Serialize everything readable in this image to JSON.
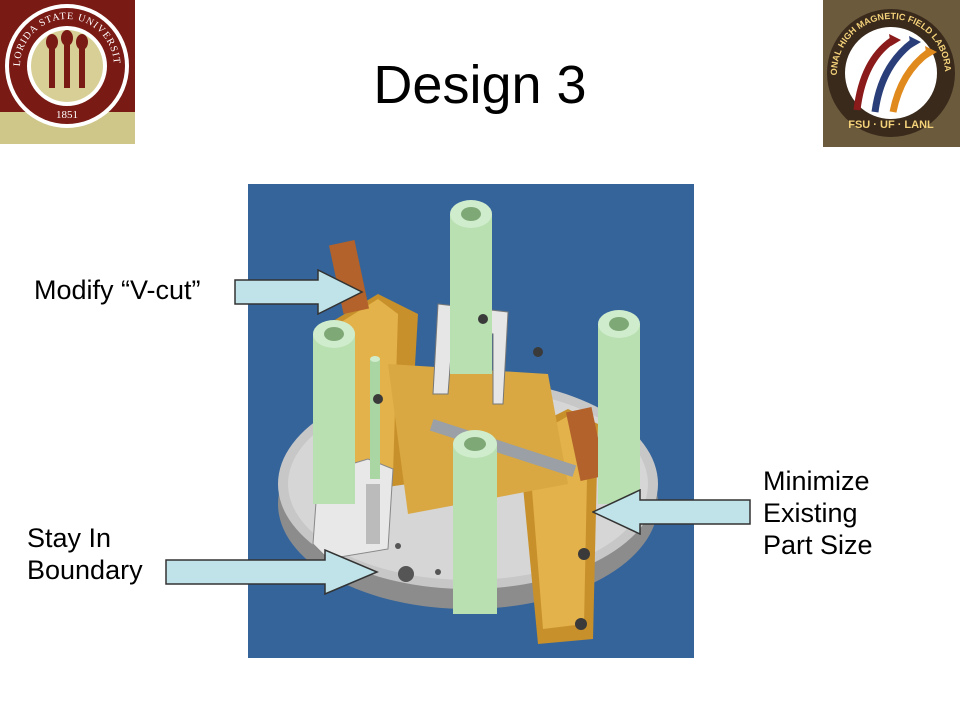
{
  "slide": {
    "title": "Design 3"
  },
  "logos": {
    "left": {
      "name": "florida-state-university-seal",
      "text_top": "FLORIDA STATE UNIVERSITY",
      "year": "1851"
    },
    "right": {
      "name": "national-high-magnetic-field-laboratory-logo",
      "text_top": "NATIONAL HIGH MAGNETIC FIELD LABORATORY",
      "text_bottom": "FSU · UF · LANL"
    }
  },
  "callouts": {
    "modify": "Modify “V-cut”",
    "stay_line1": "Stay In",
    "stay_line2": "Boundary",
    "minimize_line1": "Minimize",
    "minimize_line2": "Existing",
    "minimize_line3": "Part Size"
  },
  "colors": {
    "render_background": "#35649a",
    "arrow_fill": "#bfe3e8",
    "post_green": "#b8e0b0",
    "brass": "#d4a23a",
    "fsu_garnet": "#7a1a14",
    "fsu_gold": "#cfc68a"
  }
}
